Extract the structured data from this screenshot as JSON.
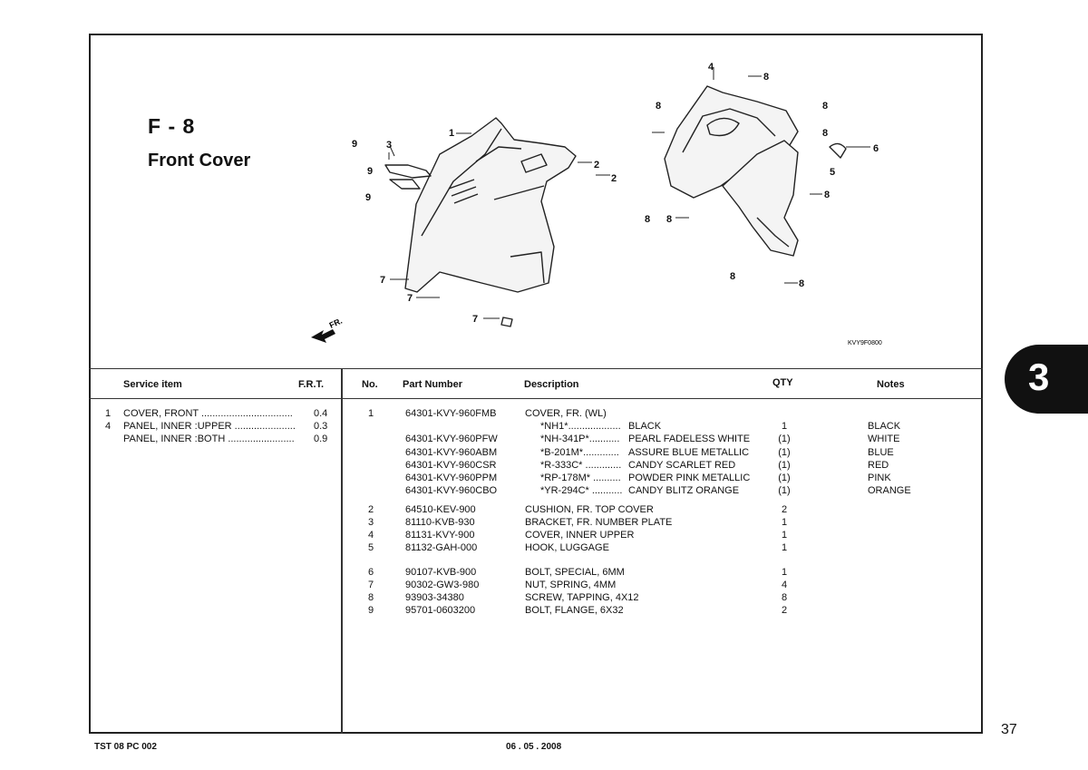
{
  "title": {
    "code": "F - 8",
    "name": "Front Cover"
  },
  "diagram": {
    "code": "KVY9F0800",
    "direction": "FR.",
    "callouts": [
      "1",
      "2",
      "2",
      "3",
      "4",
      "5",
      "6",
      "7",
      "7",
      "7",
      "8",
      "8",
      "8",
      "8",
      "8",
      "8",
      "8",
      "8",
      "8",
      "9",
      "9",
      "9"
    ]
  },
  "section_tab": "3",
  "page_number": "37",
  "footer": {
    "left": "TST 08 PC 002",
    "center": "06 . 05 . 2008"
  },
  "service_headers": {
    "item": "Service item",
    "frt": "F.R.T."
  },
  "service_items": [
    {
      "no": "1",
      "label": "COVER, FRONT .................................",
      "frt": "0.4"
    },
    {
      "no": "4",
      "label": "PANEL, INNER :UPPER ......................",
      "frt": "0.3"
    },
    {
      "no": "",
      "label": "PANEL, INNER :BOTH ........................",
      "frt": "0.9"
    }
  ],
  "parts_headers": {
    "no": "No.",
    "part": "Part Number",
    "desc": "Description",
    "qty": "QTY",
    "notes": "Notes"
  },
  "parts": [
    {
      "no": "1",
      "part": "64301-KVY-960FMB",
      "code": "",
      "desc": "COVER, FR. (WL)",
      "qty": "",
      "notes": ""
    },
    {
      "no": "",
      "part": "",
      "code": "*NH1*...................",
      "desc": "BLACK",
      "qty": "1",
      "notes": "BLACK"
    },
    {
      "no": "",
      "part": "64301-KVY-960PFW",
      "code": "*NH-341P*...........",
      "desc": "PEARL FADELESS WHITE",
      "qty": "(1)",
      "notes": "WHITE"
    },
    {
      "no": "",
      "part": "64301-KVY-960ABM",
      "code": "*B-201M*.............",
      "desc": "ASSURE BLUE METALLIC",
      "qty": "(1)",
      "notes": "BLUE"
    },
    {
      "no": "",
      "part": "64301-KVY-960CSR",
      "code": "*R-333C* .............",
      "desc": "CANDY SCARLET RED",
      "qty": "(1)",
      "notes": "RED"
    },
    {
      "no": "",
      "part": "64301-KVY-960PPM",
      "code": "*RP-178M* ..........",
      "desc": "POWDER PINK METALLIC",
      "qty": "(1)",
      "notes": "PINK"
    },
    {
      "no": "",
      "part": "64301-KVY-960CBO",
      "code": "*YR-294C* ...........",
      "desc": "CANDY BLITZ ORANGE",
      "qty": "(1)",
      "notes": "ORANGE"
    },
    {
      "no": "2",
      "part": "64510-KEV-900",
      "code": "",
      "desc": "CUSHION, FR. TOP COVER",
      "qty": "2",
      "notes": ""
    },
    {
      "no": "3",
      "part": "81110-KVB-930",
      "code": "",
      "desc": "BRACKET, FR. NUMBER PLATE",
      "qty": "1",
      "notes": ""
    },
    {
      "no": "4",
      "part": "81131-KVY-900",
      "code": "",
      "desc": "COVER, INNER UPPER",
      "qty": "1",
      "notes": ""
    },
    {
      "no": "5",
      "part": "81132-GAH-000",
      "code": "",
      "desc": "HOOK, LUGGAGE",
      "qty": "1",
      "notes": ""
    },
    {
      "no": "6",
      "part": "90107-KVB-900",
      "code": "",
      "desc": "BOLT, SPECIAL, 6MM",
      "qty": "1",
      "notes": ""
    },
    {
      "no": "7",
      "part": "90302-GW3-980",
      "code": "",
      "desc": "NUT, SPRING, 4MM",
      "qty": "4",
      "notes": ""
    },
    {
      "no": "8",
      "part": "93903-34380",
      "code": "",
      "desc": "SCREW, TAPPING, 4X12",
      "qty": "8",
      "notes": ""
    },
    {
      "no": "9",
      "part": "95701-0603200",
      "code": "",
      "desc": "BOLT, FLANGE, 6X32",
      "qty": "2",
      "notes": ""
    }
  ]
}
